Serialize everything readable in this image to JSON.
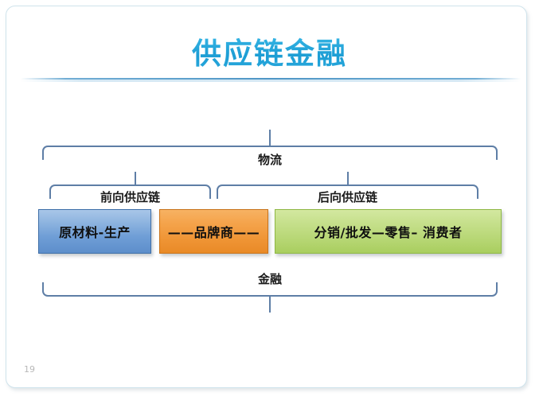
{
  "slide": {
    "title": "供应链金融",
    "page_number": "19",
    "accent_color": "#18a3da",
    "brace_color": "#5e7ea6",
    "background_color": "#ffffff",
    "border_color": "#cfe3ec"
  },
  "braces": {
    "top": {
      "label": "物流",
      "pointer": "up"
    },
    "forward": {
      "label": "前向供应链",
      "pointer": "up"
    },
    "backward": {
      "label": "后向供应链",
      "pointer": "up"
    },
    "bottom": {
      "label": "金融",
      "pointer": "down"
    }
  },
  "chain_boxes": [
    {
      "label": "原材料-生产",
      "color": "#6f9ed6",
      "segment": "前向供应链"
    },
    {
      "label": "——品牌商——",
      "color": "#ef9434",
      "segment": "前向供应链"
    },
    {
      "label": "分销/批发—零售– 消费者",
      "color": "#b6d673",
      "segment": "后向供应链"
    }
  ]
}
